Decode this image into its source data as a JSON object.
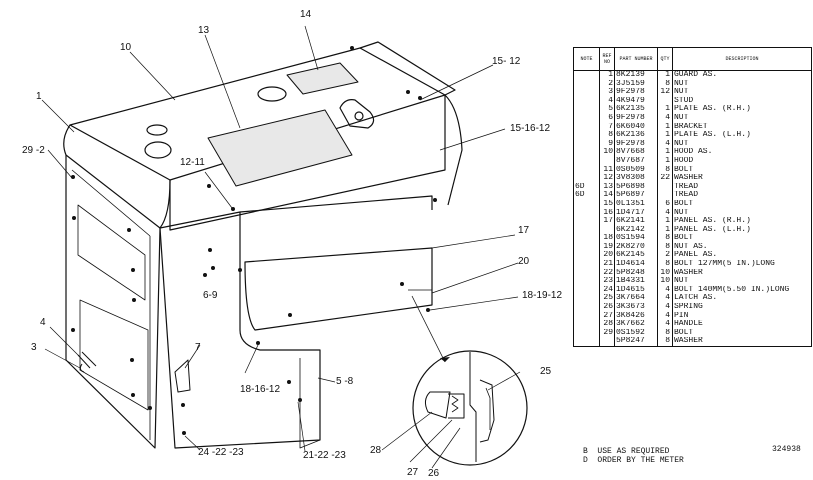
{
  "drawing": {
    "callouts": {
      "c14": "14",
      "c13": "13",
      "c10": "10",
      "c1": "1",
      "c15_12": "15- 12",
      "c15_16_12": "15-16-12",
      "c29_2": "29 -2",
      "c12_11": "12-11",
      "c17": "17",
      "c20": "20",
      "c18_19_12": "18-19-12",
      "c6_9": "6-9",
      "c4": "4",
      "c3": "3",
      "c7": "7",
      "c5_8": "5 -8",
      "c18_16_12": "18-16-12",
      "c25": "25",
      "c28": "28",
      "c24_22_23": "24 -22 -23",
      "c21_22_23": "21-22 -23",
      "c27": "27",
      "c26": "26"
    }
  },
  "parts_table": {
    "headers": {
      "note": "NOTE",
      "ref": "REF NO",
      "part": "PART NUMBER",
      "qty": "QTY",
      "desc": "DESCRIPTION"
    },
    "rows": [
      {
        "note": "",
        "ref": "1",
        "part": "8K2139",
        "qty": "1",
        "desc": "GUARD AS."
      },
      {
        "note": "",
        "ref": "2",
        "part": "3J5159",
        "qty": "8",
        "desc": "  NUT"
      },
      {
        "note": "",
        "ref": "3",
        "part": "9F2978",
        "qty": "12",
        "desc": "  NUT"
      },
      {
        "note": "",
        "ref": "4",
        "part": "4K9479",
        "qty": "",
        "desc": "  STUD"
      },
      {
        "note": "",
        "ref": "5",
        "part": "6K2135",
        "qty": "1",
        "desc": "  PLATE AS. (R.H.)"
      },
      {
        "note": "",
        "ref": "6",
        "part": "9F2978",
        "qty": "4",
        "desc": "    NUT"
      },
      {
        "note": "",
        "ref": "7",
        "part": "6K6040",
        "qty": "1",
        "desc": "    BRACKET"
      },
      {
        "note": "",
        "ref": "8",
        "part": "6K2136",
        "qty": "1",
        "desc": "  PLATE AS. (L.H.)"
      },
      {
        "note": "",
        "ref": "9",
        "part": "9F2978",
        "qty": "4",
        "desc": "    NUT"
      },
      {
        "note": "",
        "ref": "10",
        "part": "8V7668",
        "qty": "1",
        "desc": "HOOD AS."
      },
      {
        "note": "",
        "ref": "",
        "part": "8V7687",
        "qty": "1",
        "desc": "  HOOD"
      },
      {
        "note": "",
        "ref": "11",
        "part": "0S0509",
        "qty": "8",
        "desc": "BOLT"
      },
      {
        "note": "",
        "ref": "12",
        "part": "3V8308",
        "qty": "22",
        "desc": "WASHER"
      },
      {
        "note": "6D",
        "ref": "13",
        "part": "5P6898",
        "qty": "",
        "desc": "TREAD"
      },
      {
        "note": "6D",
        "ref": "14",
        "part": "5P6897",
        "qty": "",
        "desc": "TREAD"
      },
      {
        "note": "",
        "ref": "15",
        "part": "0L1351",
        "qty": "6",
        "desc": "BOLT"
      },
      {
        "note": "",
        "ref": "16",
        "part": "1D4717",
        "qty": "4",
        "desc": "NUT"
      },
      {
        "note": "",
        "ref": "17",
        "part": "6K2141",
        "qty": "1",
        "desc": "PANEL AS. (R.H.)"
      },
      {
        "note": "",
        "ref": "",
        "part": "6K2142",
        "qty": "1",
        "desc": "PANEL AS. (L.H.)"
      },
      {
        "note": "",
        "ref": "18",
        "part": "0S1594",
        "qty": "8",
        "desc": "BOLT"
      },
      {
        "note": "",
        "ref": "19",
        "part": "2K8270",
        "qty": "8",
        "desc": "NUT AS."
      },
      {
        "note": "",
        "ref": "20",
        "part": "6K2145",
        "qty": "2",
        "desc": "PANEL AS."
      },
      {
        "note": "",
        "ref": "21",
        "part": "1D4614",
        "qty": "8",
        "desc": "BOLT 127MM(5 IN.)LONG"
      },
      {
        "note": "",
        "ref": "22",
        "part": "5P8248",
        "qty": "10",
        "desc": "WASHER"
      },
      {
        "note": "",
        "ref": "23",
        "part": "1B4331",
        "qty": "10",
        "desc": "NUT"
      },
      {
        "note": "",
        "ref": "24",
        "part": "1D4615",
        "qty": "4",
        "desc": "BOLT 140MM(5.50 IN.)LONG"
      },
      {
        "note": "",
        "ref": "25",
        "part": "3K7664",
        "qty": "4",
        "desc": "LATCH AS."
      },
      {
        "note": "",
        "ref": "26",
        "part": "3K3673",
        "qty": "4",
        "desc": "SPRING"
      },
      {
        "note": "",
        "ref": "27",
        "part": "3K8426",
        "qty": "4",
        "desc": "PIN"
      },
      {
        "note": "",
        "ref": "28",
        "part": "3K7662",
        "qty": "4",
        "desc": "HANDLE"
      },
      {
        "note": "",
        "ref": "29",
        "part": "0S1592",
        "qty": "8",
        "desc": "BOLT"
      },
      {
        "note": "",
        "ref": "",
        "part": "5P8247",
        "qty": "8",
        "desc": "WASHER"
      }
    ]
  },
  "notes": [
    {
      "code": "B",
      "text": "USE AS REQUIRED"
    },
    {
      "code": "D",
      "text": "ORDER BY THE METER"
    }
  ],
  "drawing_number": "324938"
}
